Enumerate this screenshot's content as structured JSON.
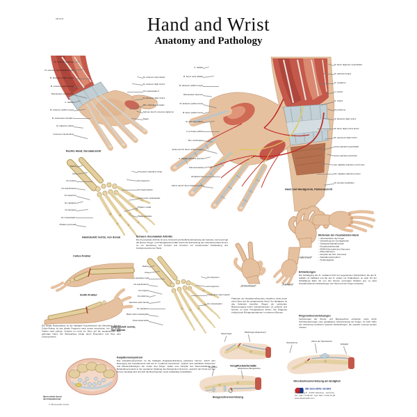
{
  "header": {
    "code": "VR 1171",
    "title": "Hand and Wrist",
    "subtitle": "Anatomy and Pathology"
  },
  "figures": {
    "dorsal": {
      "caption": "Rechte Hand, Dorsalansicht",
      "labels_left": [
        "M. extensor digitorum",
        "M. extensor carpi radialis longus",
        "M. abductor pollicis longus",
        "M. extensor pollicis brevis",
        "Retinaculum extensorum",
        "A. radialis",
        "M. extensor pollicis longus",
        "M. interosseus dorsalis I",
        "M. adductor pollicis",
        "Connexus intertendinei"
      ],
      "labels_right": [
        "M. extensor carpi ulnaris",
        "M. extensor digiti minimi",
        "Os metacarpale V",
        "M. abductor digiti minimi",
        "Mm. interossei dorsales",
        "Sehnen des M. extensor digitorum",
        "Nagel"
      ]
    },
    "palmar": {
      "caption": "Hand und Handgelenk, Palmaransicht",
      "labels_left": [
        "A. radialis",
        "M. flexor carpi radialis",
        "M. abductor pollicis longus",
        "Retinaculum flexorum",
        "M. abductor pollicis brevis",
        "M. flexor pollicis brevis",
        "M. adductor pollicis",
        "A. princeps pollicis",
        "Mm. lumbricales",
        "Sehne des M. flexor pollicis longus",
        "A. digitalis palmaris propria",
        "Sehnenscheide",
        "Ringband A1",
        "Sehne des M. flexor digitorum prof."
      ],
      "labels_right": [
        "M. flexor digitorum superficialis",
        "M. palmaris longus",
        "N. medianus",
        "A. ulnaris",
        "N. ulnaris",
        "Os pisiforme",
        "M. abductor digiti minimi",
        "M. flexor digiti minimi brevis",
        "M. opponens digiti minimi",
        "Arcus palmaris superficialis",
        "Arcus palmaris profundus",
        "Aa. digitales palmares communes",
        "Nn. digitales palmares proprii",
        "M. pronator quadratus"
      ]
    },
    "skeleton_dorsal": {
      "caption": "Handskelett rechts, von dorsal",
      "labels_left": [
        "Radius",
        "Ulna",
        "Os lunatum",
        "Os scaphoideum",
        "Os triquetrum",
        "Os capitatum",
        "Os hamatum",
        "Os metacarpale I",
        "Phalanx proximalis"
      ],
      "labels_right": [
        "Processus styloideus ulnae",
        "Os trapezium",
        "Os trapezoideum",
        "Caput ossis metacarpalis",
        "Phalanx media",
        "Phalanx distalis"
      ]
    },
    "skeleton_palmar": {
      "caption": "Handskelett rechts,\nvon palmar",
      "labels_left": [
        "Radius",
        "Ulna",
        "Processus styloideus radii",
        "Os scaphoideum",
        "Os lunatum",
        "Os pisiforme",
        "Hamulus ossis hamati",
        "Os capitatum",
        "Basis ossis metacarpalis",
        "Ossa sesamoidea"
      ],
      "labels_right": [
        "Os triquetrum",
        "Os trapezium",
        "Tuberculum ossis trapezii",
        "Os metacarpale I"
      ]
    },
    "colles": {
      "label": "Colles-Fraktur"
    },
    "smith": {
      "label": "Smith-Fraktur"
    },
    "postures": [
      {
        "caption": "„Krallenhand“"
      },
      {
        "caption": "„Schwurhand“"
      },
      {
        "caption": "„Fallhand“"
      }
    ],
    "carpal_tunnel": {
      "caption": "Querschnitt durch\nden Karpaltunnel"
    },
    "fingers": [
      {
        "caption": "Knopflochdeformität",
        "labels": [
          "Seitenzügel",
          "Mittelzügel (abgerissen)"
        ]
      },
      {
        "caption": "Beugesehnenverletzung",
        "labels": [
          "Ringband",
          "abgerissene Beugesehne"
        ]
      },
      {
        "caption": "Strecksehnenverletzung am Endglied",
        "labels": [
          "Strecksehne",
          "Abriss der Strecksehne",
          "Endglied"
        ]
      }
    ]
  },
  "texts": {
    "rheuma": {
      "heading": "Schwere rheumatoide Arthritis",
      "body": "Die rheumatoide Arthritis ist eine chronisch-entzündliche Erkrankung der Gelenke, die bevorzugt die kleinen Finger- und Handgelenke befällt. Durch die Entzündung der Gelenkinnenhaut kommt es zur Zerstörung von Knorpel und Knochen mit zunehmender Fehlstellung und Funktionsverlust der Hand."
    },
    "rheuma_list": {
      "heading": "Merkmale der rheumatoiden Hand",
      "items": [
        "– Ulnardeviation der Finger",
        "– Schwellung der Grundgelenke",
        "– Schwanenhalsdeformität",
        "– Knopflochdeformität",
        "– 90/90-Deformität des Daumens",
        "– Rheumaknoten",
        "– Atrophie der Mm. interossei",
        "– Karpaltunnelsyndrom",
        "– Tendovaginitis"
      ]
    },
    "handwurzel": {
      "body": "Frakturen der Handwurzelknochen entstehen meist durch einen Sturz auf die ausgestreckte Hand. Am häufigsten ist das Kahnbein betroffen. Wegen der schlechten Blutversorgung heilen Kahnbeinbrüche oft schlecht und können zu einer Pseudarthrose führen. Die Diagnose erfolgt durch Röntgenaufnahmen in mehreren Ebenen."
    },
    "nerven": {
      "heading": "Erkrankungen",
      "body": "Die Schädigung des N. medianus führt zur sogenannten Schwurhand, die des N. radialis zur Fallhand und die des N. ulnaris zur Krallenhand. Je nach Ort der Schädigung fallen die von den Nerven versorgten Muskeln aus, so dass charakteristische Fehlstellungen der Hand und der Finger entstehen."
    },
    "sehnen": {
      "heading": "Fingersehnenverletzungen",
      "body": "Verletzungen der Streck- und Beugesehnen entstehen meist durch Schnittverletzungen oder gewaltsame Überstreckung der Finger. Je nach Höhe der Verletzung resultieren typische Fehlstellungen, die operativ versorgt werden müssen."
    },
    "frakturen": {
      "body": "Die distale Radiusfraktur ist der häufigste Knochenbruch des Menschen. Bei der Colles-Fraktur ist das distale Fragment nach dorsal verschoben, bei der Smith-Fraktur nach palmar. Ursache ist meist ein Sturz auf die ausgestreckte bzw. gebeugte Hand. Die Behandlung erfolgt durch Reposition und Gips oder Osteosynthese."
    },
    "karpaltunnel": {
      "heading": "Karpaltunnelsyndrom",
      "body": "Das Karpaltunnelsyndrom ist die häufigste Engpasserkrankung peripherer Nerven. Durch eine Einengung des Karpaltunnels wird der N. medianus komprimiert. Typisch sind nächtliche Schmerzen und Missempfindungen der ersten drei Finger, später eine Atrophie des Daumenballens. Die Behandlung besteht in der operativen Spaltung des Retinaculum flexorum, wodurch der Druck auf den Nerven beseitigt wird und sich die Beschwerden meist vollständig zurückbilden."
    }
  },
  "footer": {
    "brand": "3B Scientific GmbH",
    "address1": "Rudorffweg 8 · 21031 Hamburg · Germany",
    "address2": "Tel.: 040 / 73 96 60 · Fax: 040 / 73 96 61 00",
    "address3": "www.3bscientific.com",
    "copyright": "© 3B Scientific GmbH"
  },
  "colors": {
    "muscle": "#c4584a",
    "bone": "#e3cfa0",
    "tendon": "#b9c6cd",
    "artery": "#bf2b26",
    "nerve": "#ddc95f",
    "skin": "#e6c1a0"
  }
}
